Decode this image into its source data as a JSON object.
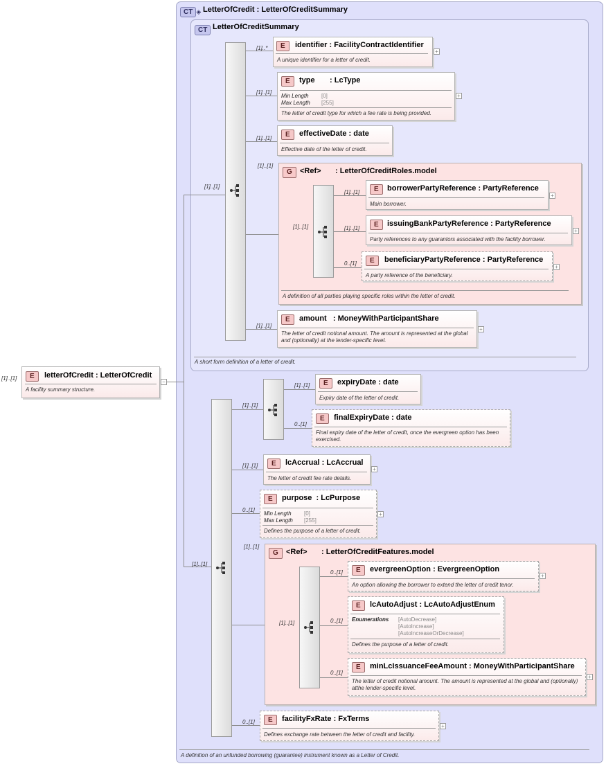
{
  "root": {
    "card": "[1]..[1]",
    "title": "letterOfCredit : LetterOfCredit",
    "desc": "A facility summary structure."
  },
  "ct_outer": {
    "badge": "CT",
    "title": "LetterOfCredit : LetterOfCreditSummary",
    "desc": "A definition of an unfunded borrowing (guarantee) instrument known as a Letter of Credit."
  },
  "ct_inner": {
    "badge": "CT",
    "title": "LetterOfCreditSummary",
    "desc": "A short form definition of a letter of credit."
  },
  "labels": {
    "e": "E",
    "g": "G",
    "ref": "<Ref>",
    "minlen": "Min Length",
    "maxlen": "Max Length",
    "enums": "Enumerations"
  },
  "cards": {
    "one": "[1]..[1]",
    "many": "[1]..*",
    "opt": "0..[1]"
  },
  "identifier": {
    "title": "identifier : FacilityContractIdentifier",
    "desc": "A unique identifier for a letter of credit."
  },
  "type": {
    "title": "type       : LcType",
    "min": "[0]",
    "max": "[255]",
    "desc": "The letter of credit type for which a fee rate is being provided."
  },
  "effectiveDate": {
    "title": "effectiveDate : date",
    "desc": "Effective date of the letter of credit."
  },
  "roles": {
    "title": ": LetterOfCreditRoles.model",
    "desc": "A definition of all parties playing specific roles within the letter of credit."
  },
  "borrower": {
    "title": "borrowerPartyReference : PartyReference",
    "desc": "Main borrower."
  },
  "issuing": {
    "title": "issuingBankPartyReference : PartyReference",
    "desc": "Party references to any guarantors associated with the facility borrower."
  },
  "beneficiary": {
    "title": "beneficiaryPartyReference : PartyReference",
    "desc": "A party reference of the beneficiary."
  },
  "amount": {
    "title": "amount   : MoneyWithParticipantShare",
    "desc": "The letter of credit notional amount. The amount is represented at the global and (optionally) at the lender-specific level."
  },
  "expiryDate": {
    "title": "expiryDate : date",
    "desc": "Expiry date of the letter of credit."
  },
  "finalExpiryDate": {
    "title": "finalExpiryDate : date",
    "desc": "Final expiry date of the letter of credit, once the evergreen option has been exercised."
  },
  "lcAccrual": {
    "title": "lcAccrual : LcAccrual",
    "desc": "The letter of credit fee rate details."
  },
  "purpose": {
    "title": "purpose  : LcPurpose",
    "min": "[0]",
    "max": "[255]",
    "desc": "Defines the purpose of a letter of credit."
  },
  "features": {
    "title": ": LetterOfCreditFeatures.model"
  },
  "evergreen": {
    "title": "evergreenOption : EvergreenOption",
    "desc": "An option allowing the borrower to extend the letter of credit tenor."
  },
  "autoAdjust": {
    "title": "lcAutoAdjust : LcAutoAdjustEnum",
    "enum1": "[AutoDecrease]",
    "enum2": "[AutoIncrease]",
    "enum3": "[AutoIncreaseOrDecrease]",
    "desc": "Defines the purpose of a letter of credit."
  },
  "minFee": {
    "title": "minLcIssuanceFeeAmount : MoneyWithParticipantShare",
    "desc": "The letter of credit notional amount. The amount is represented at the global and (optionally) atthe lender-specific level."
  },
  "fxRate": {
    "title": "facilityFxRate : FxTerms",
    "desc": "Defines exchange rate between the letter of credit and facility."
  }
}
